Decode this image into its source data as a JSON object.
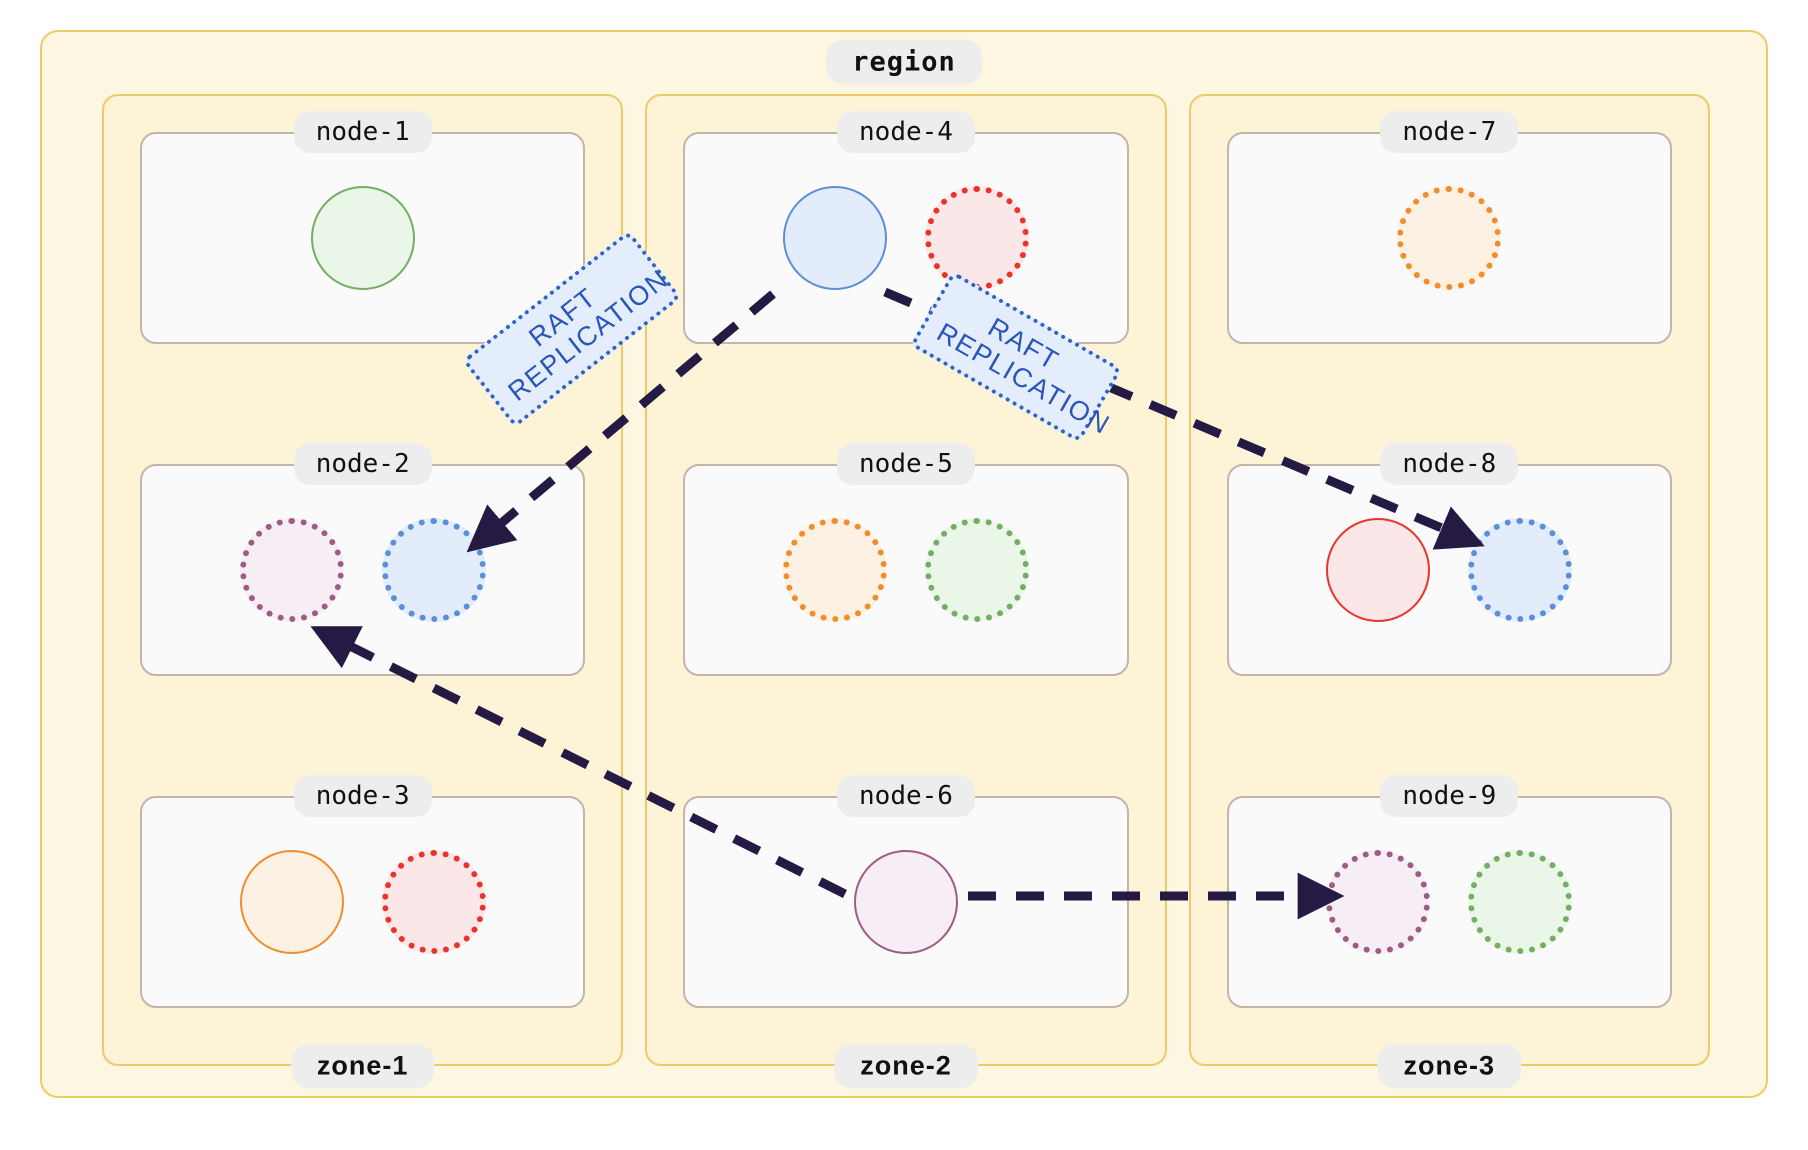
{
  "region": {
    "label": "region",
    "background": "#fdf6e0",
    "border_color": "#edc967"
  },
  "palette": {
    "green": "#74ae63",
    "blue": "#5b8fd8",
    "red": "#e8342c",
    "orange": "#ef8e2d",
    "purple": "#9e5b85",
    "arrow": "#241a44",
    "raft_text": "#2a56b8",
    "raft_fill": "#e4edfc",
    "node_border": "#c3b4ac",
    "node_fill": "#fafafa",
    "pill_fill": "#ededed"
  },
  "zones": [
    {
      "label": "zone-1",
      "nodes": [
        {
          "label": "node-1",
          "replicas": [
            {
              "name": "replica-green-leader",
              "color": "green",
              "role": "leader"
            }
          ]
        },
        {
          "label": "node-2",
          "replicas": [
            {
              "name": "replica-purple-follower",
              "color": "purple",
              "role": "follower"
            },
            {
              "name": "replica-blue-follower",
              "color": "blue",
              "role": "follower"
            }
          ]
        },
        {
          "label": "node-3",
          "replicas": [
            {
              "name": "replica-orange-leader",
              "color": "orange",
              "role": "leader"
            },
            {
              "name": "replica-red-follower",
              "color": "red",
              "role": "follower"
            }
          ]
        }
      ]
    },
    {
      "label": "zone-2",
      "nodes": [
        {
          "label": "node-4",
          "replicas": [
            {
              "name": "replica-blue-leader",
              "color": "blue",
              "role": "leader"
            },
            {
              "name": "replica-red-follower",
              "color": "red",
              "role": "follower"
            }
          ]
        },
        {
          "label": "node-5",
          "replicas": [
            {
              "name": "replica-orange-follower",
              "color": "orange",
              "role": "follower"
            },
            {
              "name": "replica-green-follower",
              "color": "green",
              "role": "follower"
            }
          ]
        },
        {
          "label": "node-6",
          "replicas": [
            {
              "name": "replica-purple-leader",
              "color": "purple",
              "role": "leader"
            }
          ]
        }
      ]
    },
    {
      "label": "zone-3",
      "nodes": [
        {
          "label": "node-7",
          "replicas": [
            {
              "name": "replica-orange-follower",
              "color": "orange",
              "role": "follower"
            }
          ]
        },
        {
          "label": "node-8",
          "replicas": [
            {
              "name": "replica-red-leader",
              "color": "red",
              "role": "leader"
            },
            {
              "name": "replica-blue-follower",
              "color": "blue",
              "role": "follower"
            }
          ]
        },
        {
          "label": "node-9",
          "replicas": [
            {
              "name": "replica-purple-follower",
              "color": "purple",
              "role": "follower"
            },
            {
              "name": "replica-green-follower",
              "color": "green",
              "role": "follower"
            }
          ]
        }
      ]
    }
  ],
  "edges": [
    {
      "name": "edge-node4-to-node2",
      "label": "RAFT\nREPLICATION",
      "from": "node-4",
      "to": "node-2",
      "style": "dashed"
    },
    {
      "name": "edge-node4-to-node8",
      "label": "RAFT\nREPLICATION",
      "from": "node-4",
      "to": "node-8",
      "style": "dashed"
    },
    {
      "name": "edge-node6-to-node2",
      "label": "",
      "from": "node-6",
      "to": "node-2",
      "style": "dashed"
    },
    {
      "name": "edge-node6-to-node9",
      "label": "",
      "from": "node-6",
      "to": "node-9",
      "style": "dashed"
    }
  ]
}
